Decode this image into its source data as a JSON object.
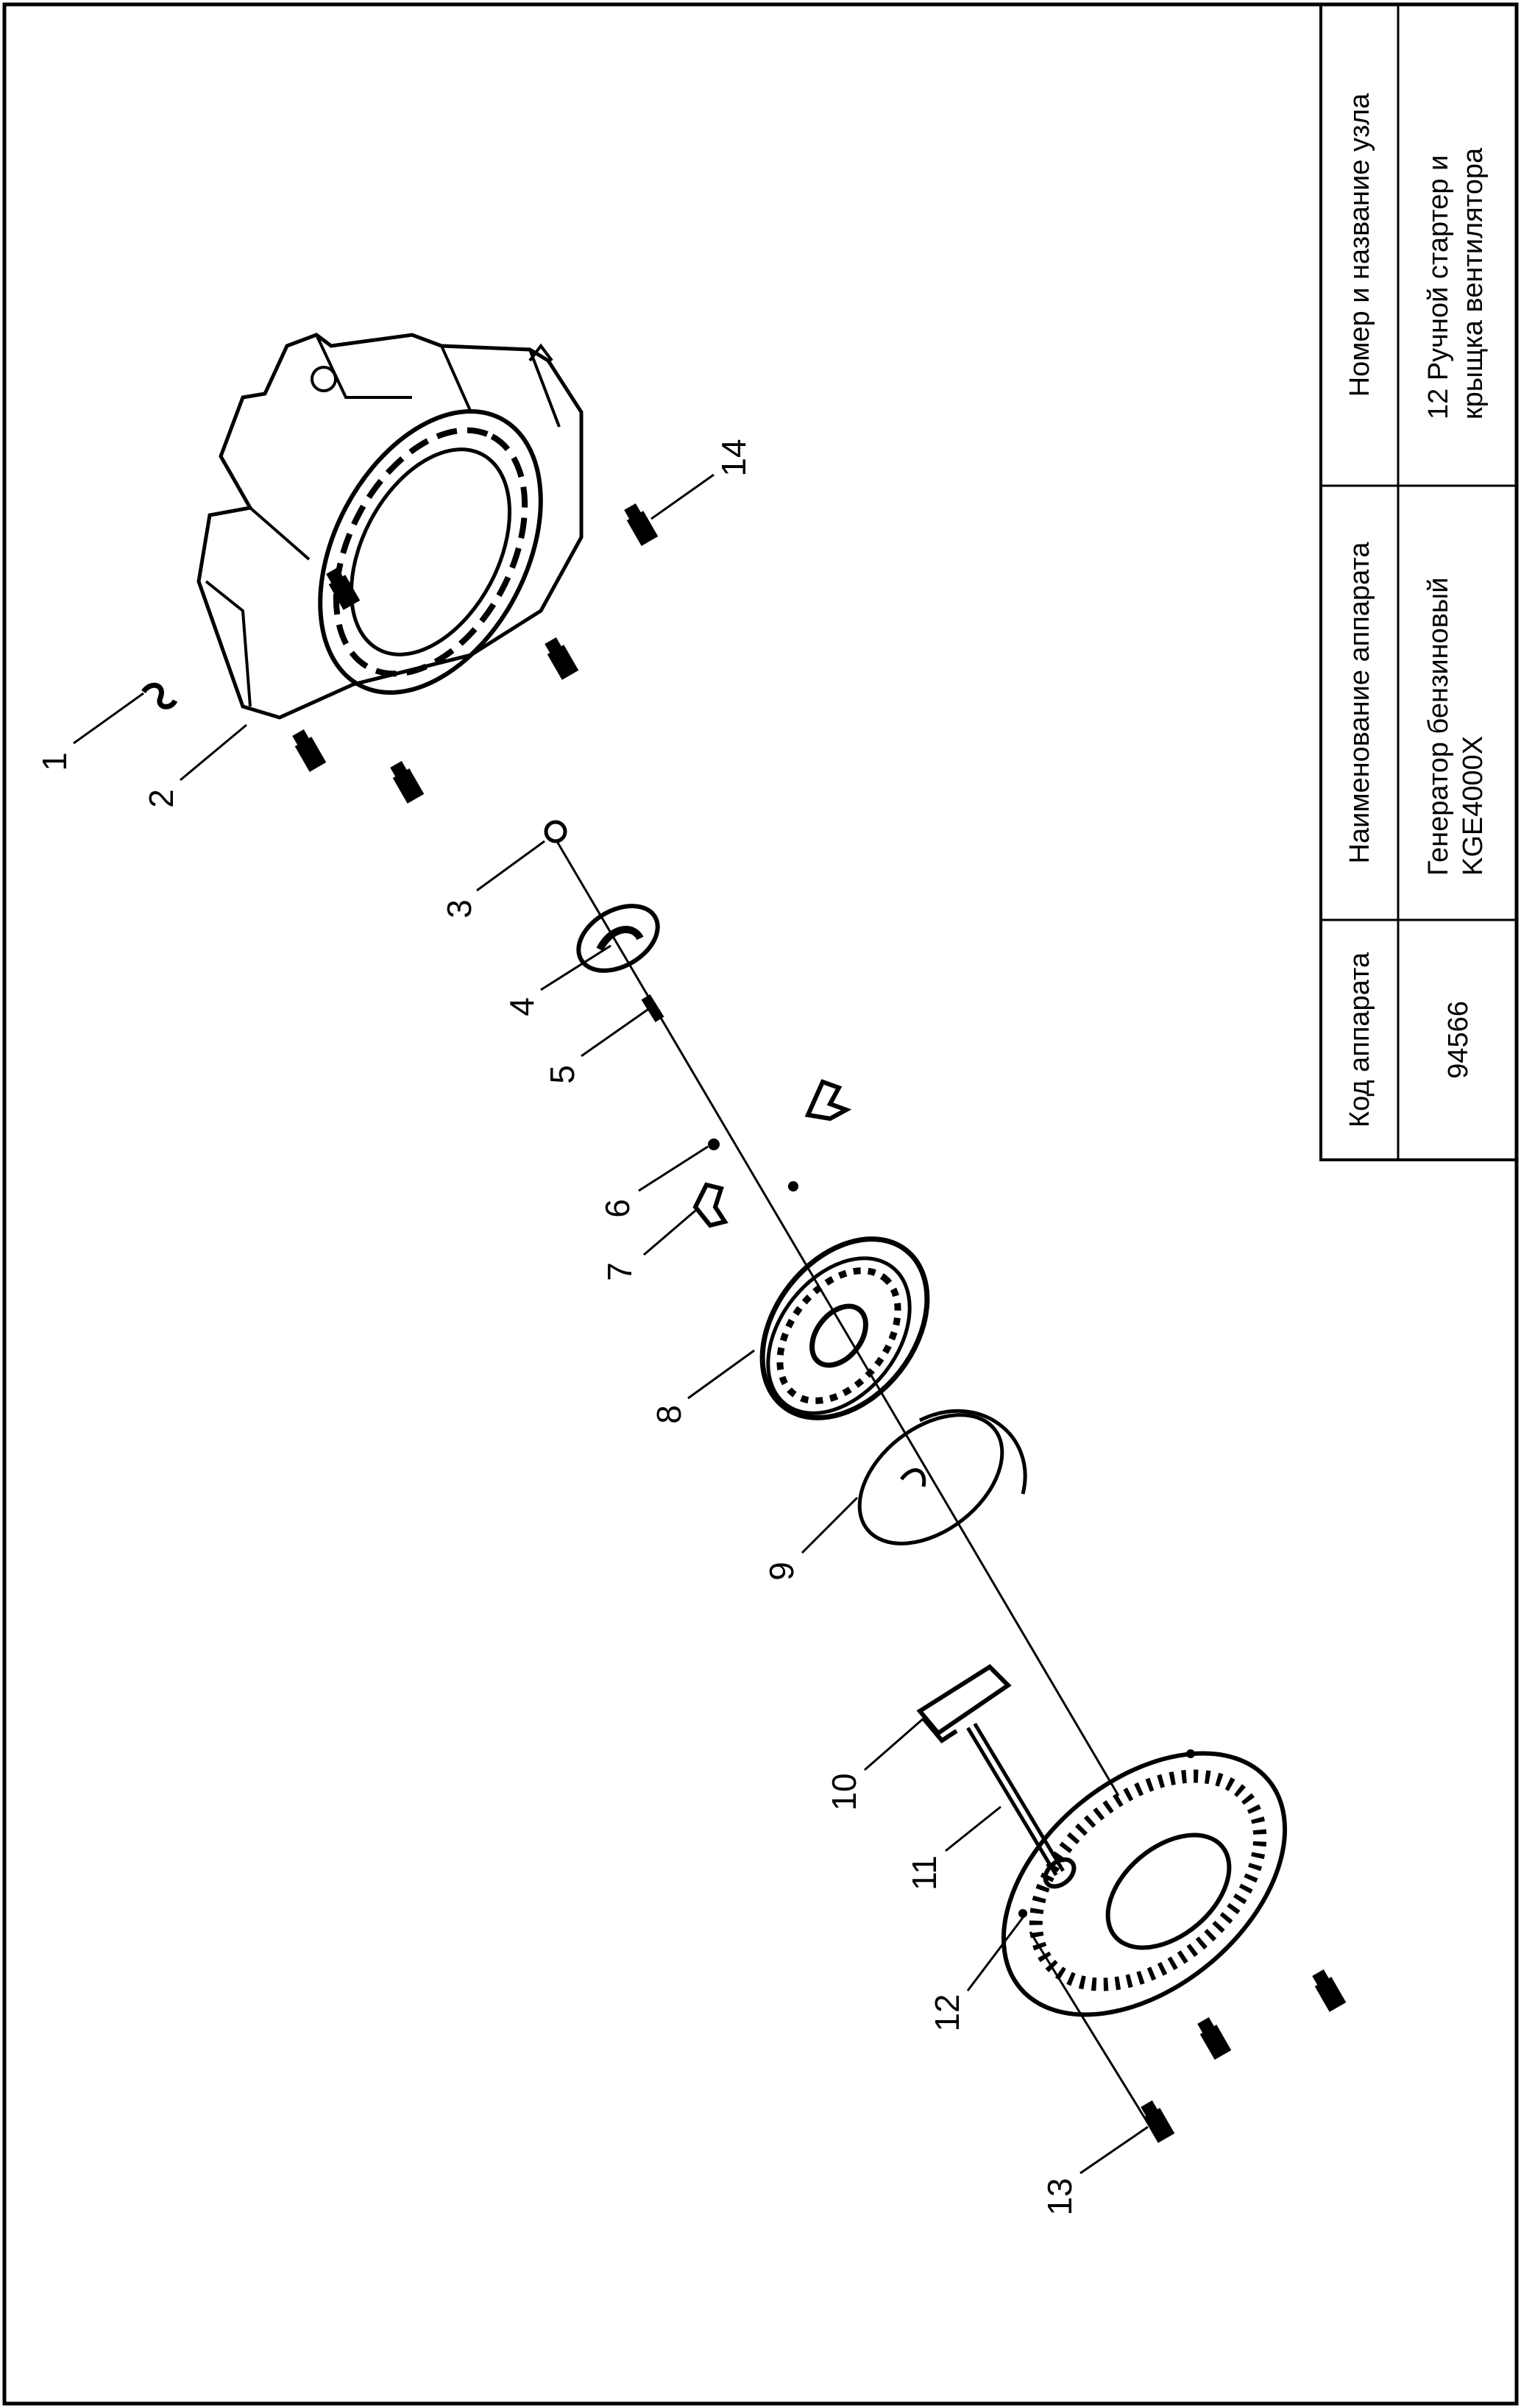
{
  "title_block": {
    "headers": {
      "code": "Код аппарата",
      "device": "Наименование аппарата",
      "unit": "Номер и название узла"
    },
    "values": {
      "code": "94566",
      "device_line1": "Генератор бензиновый",
      "device_line2": "KGE4000X",
      "unit_line1": "12  Ручной стартер и",
      "unit_line2": "крыщка вентилятора"
    }
  },
  "part_labels": [
    "1",
    "2",
    "3",
    "4",
    "5",
    "6",
    "7",
    "8",
    "9",
    "10",
    "11",
    "12",
    "13",
    "14"
  ]
}
